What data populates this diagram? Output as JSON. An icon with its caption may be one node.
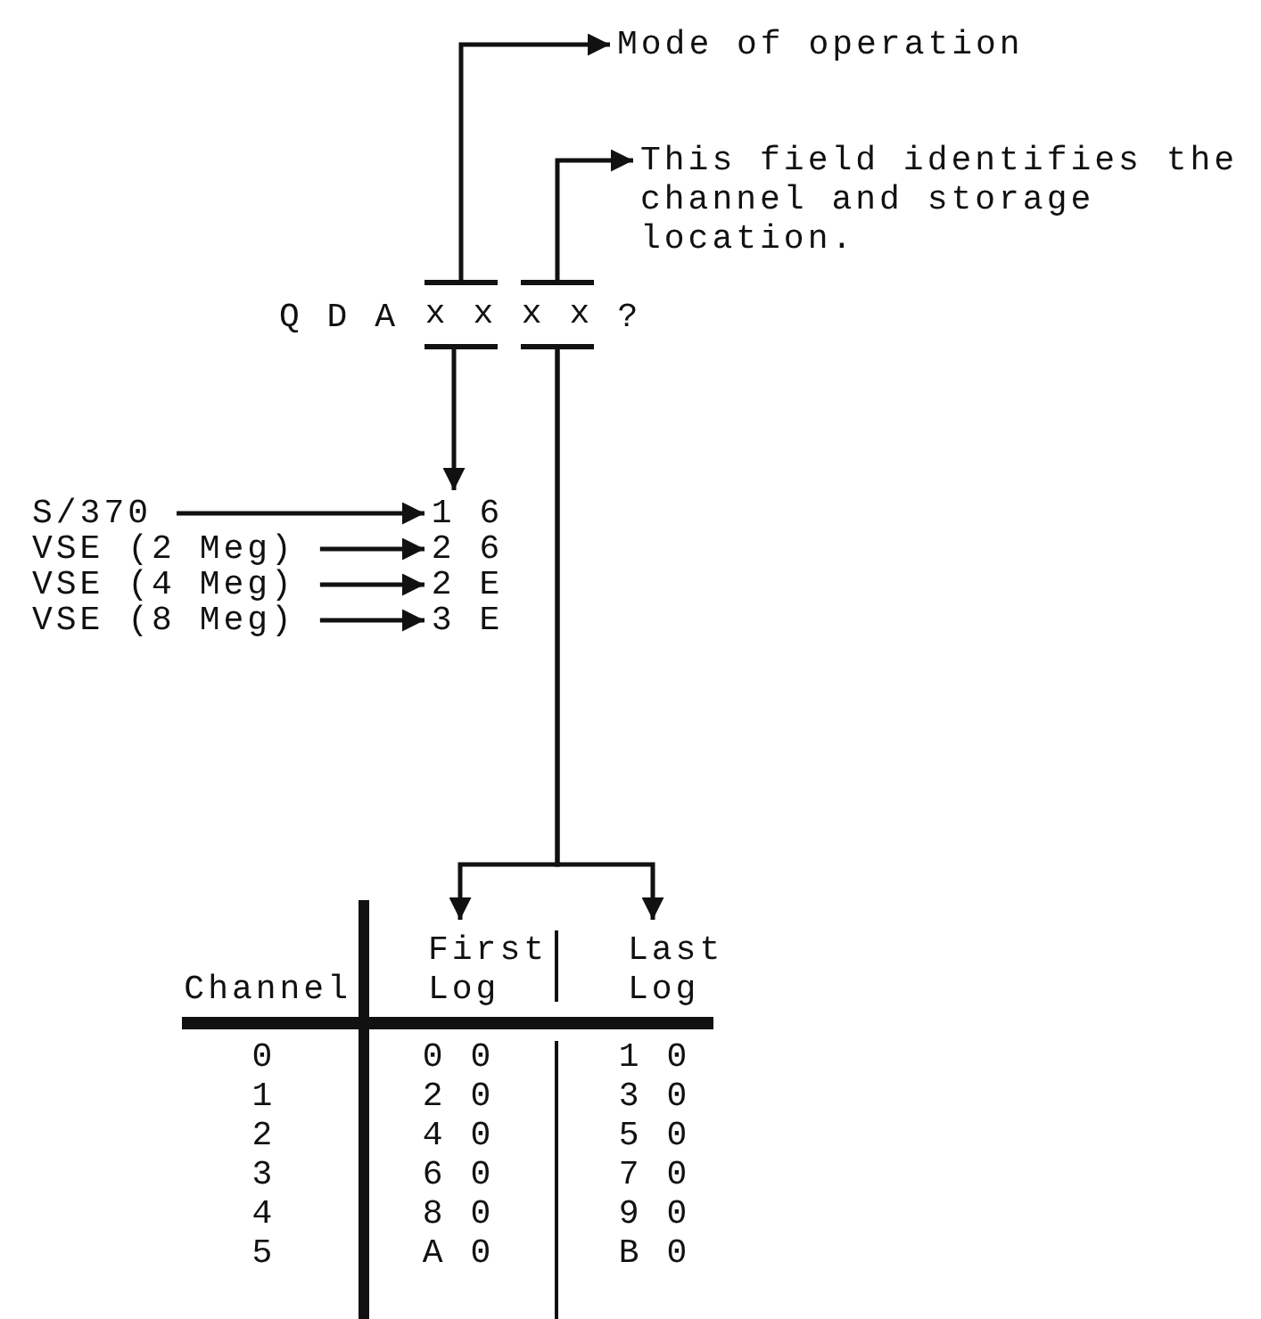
{
  "diagram": {
    "nodes": [
      {
        "text": [
          "Mode of operation"
        ]
      },
      {
        "text": [
          "This field identifies the channel and storage location."
        ]
      },
      {
        "text": [
          "x x"
        ]
      },
      {
        "text": [
          "x x"
        ]
      },
      {
        "text": [
          "1 6"
        ]
      },
      {
        "text": [
          "2 6"
        ]
      },
      {
        "text": [
          "2 E"
        ]
      },
      {
        "text": [
          "3 E"
        ]
      },
      {
        "text": [
          "S/370"
        ]
      },
      {
        "text": [
          "VSE (2 Meg)"
        ]
      },
      {
        "text": [
          "VSE (4 Meg)"
        ]
      },
      {
        "text": [
          "VSE (8 Meg)"
        ]
      },
      {
        "text": [
          "First Log"
        ]
      },
      {
        "text": [
          "Last Log"
        ]
      }
    ],
    "edges": [
      {
        "from": 2,
        "to": 0,
        "arrow": "to"
      },
      {
        "from": 3,
        "to": 1,
        "arrow": "to"
      },
      {
        "from": 2,
        "to": 4,
        "arrow": "to"
      },
      {
        "from": 8,
        "to": 4,
        "arrow": "to"
      },
      {
        "from": 9,
        "to": 5,
        "arrow": "to"
      },
      {
        "from": 10,
        "to": 6,
        "arrow": "to"
      },
      {
        "from": 11,
        "to": 7,
        "arrow": "to"
      },
      {
        "from": 3,
        "to": 12,
        "arrow": "to"
      },
      {
        "from": 3,
        "to": 13,
        "arrow": "to"
      }
    ],
    "labels": [
      "Q D A",
      "?",
      "Channel",
      "0",
      "0 0",
      "1 0",
      "1",
      "2 0",
      "3 0",
      "2",
      "4 0",
      "5 0",
      "3",
      "6 0",
      "7 0",
      "4",
      "8 0",
      "9 0",
      "5",
      "A 0",
      "B 0"
    ]
  }
}
